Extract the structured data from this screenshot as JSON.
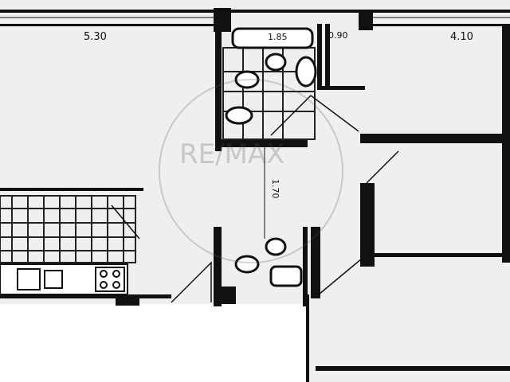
{
  "plan": {
    "dimensions": {
      "left_room_width": "5.30",
      "right_room_width": "4.10",
      "bathroom_width": "1.85",
      "closet_width": "0.90",
      "hall_length": "1.70"
    },
    "watermark": "RE/MAX",
    "colors": {
      "wall": "#111111",
      "floor": "#efefef",
      "tile": "#222222"
    }
  }
}
